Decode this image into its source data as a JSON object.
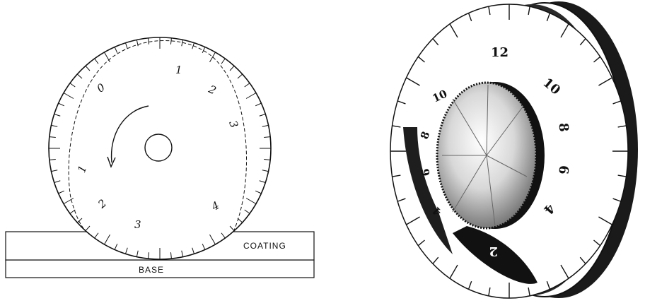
{
  "diagram": {
    "left": {
      "coating_label": "COATING",
      "base_label": "BASE",
      "outer_scale": [
        "0",
        "1",
        "2",
        "3",
        "4"
      ],
      "inner_scale": [
        "1",
        "2",
        "3"
      ]
    },
    "right": {
      "outer_dial": [
        "12",
        "10",
        "8",
        "6",
        "4",
        "2"
      ],
      "inner_dial": [
        "10",
        "8",
        "6",
        "4"
      ]
    }
  }
}
